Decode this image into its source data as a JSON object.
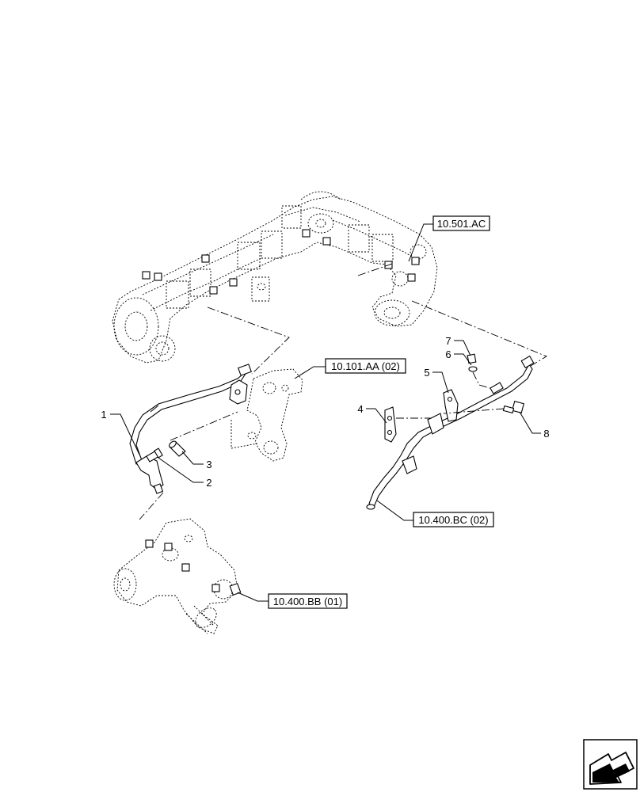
{
  "references": [
    {
      "id": "ref-10-501-ac",
      "label": "10.501.AC"
    },
    {
      "id": "ref-10-101-aa-02",
      "label": "10.101.AA (02)"
    },
    {
      "id": "ref-10-400-bc-02",
      "label": "10.400.BC (02)"
    },
    {
      "id": "ref-10-400-bb-01",
      "label": "10.400.BB (01)"
    }
  ],
  "callouts": [
    "1",
    "2",
    "3",
    "4",
    "5",
    "6",
    "7",
    "8"
  ],
  "icons": {
    "nav": "next-page-arrow-icon"
  }
}
